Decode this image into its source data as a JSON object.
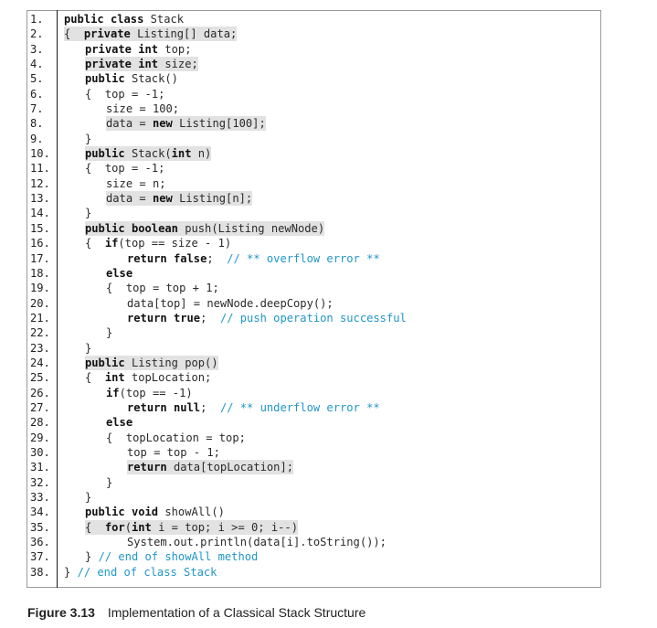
{
  "figure": {
    "label": "Figure 3.13",
    "title": "Implementation of a Classical Stack Structure"
  },
  "colors": {
    "comment": "#2196c8",
    "highlight": "#e2e2e2",
    "border": "#9a9a9a"
  },
  "lines": [
    {
      "n": "1.",
      "indent": 0,
      "hl": false,
      "segs": [
        {
          "t": "public class",
          "k": "kw"
        },
        {
          "t": " Stack",
          "k": "pl"
        }
      ]
    },
    {
      "n": "2.",
      "indent": 0,
      "hl": true,
      "segs": [
        {
          "t": "{  ",
          "k": "pl"
        },
        {
          "t": "private",
          "k": "kw"
        },
        {
          "t": " Listing[] data;",
          "k": "pl"
        }
      ]
    },
    {
      "n": "3.",
      "indent": 1,
      "hl": false,
      "segs": [
        {
          "t": "private int",
          "k": "kw"
        },
        {
          "t": " top;",
          "k": "pl"
        }
      ]
    },
    {
      "n": "4.",
      "indent": 1,
      "hl": true,
      "segs": [
        {
          "t": "private int",
          "k": "kw"
        },
        {
          "t": " size;",
          "k": "pl"
        }
      ]
    },
    {
      "n": "5.",
      "indent": 1,
      "hl": false,
      "segs": [
        {
          "t": "public",
          "k": "kw"
        },
        {
          "t": " Stack()",
          "k": "pl"
        }
      ]
    },
    {
      "n": "6.",
      "indent": 1,
      "hl": false,
      "segs": [
        {
          "t": "{  top = -1;",
          "k": "pl"
        }
      ]
    },
    {
      "n": "7.",
      "indent": 2,
      "hl": false,
      "segs": [
        {
          "t": "size = 100;",
          "k": "pl"
        }
      ]
    },
    {
      "n": "8.",
      "indent": 2,
      "hl": true,
      "segs": [
        {
          "t": "data = ",
          "k": "pl"
        },
        {
          "t": "new",
          "k": "kw"
        },
        {
          "t": " Listing[100];",
          "k": "pl"
        }
      ]
    },
    {
      "n": "9.",
      "indent": 1,
      "hl": false,
      "segs": [
        {
          "t": "}",
          "k": "pl"
        }
      ]
    },
    {
      "n": "10.",
      "indent": 1,
      "hl": true,
      "segs": [
        {
          "t": "public",
          "k": "kw"
        },
        {
          "t": " Stack(",
          "k": "pl"
        },
        {
          "t": "int",
          "k": "kw"
        },
        {
          "t": " n)",
          "k": "pl"
        }
      ]
    },
    {
      "n": "11.",
      "indent": 1,
      "hl": false,
      "segs": [
        {
          "t": "{  top = -1;",
          "k": "pl"
        }
      ]
    },
    {
      "n": "12.",
      "indent": 2,
      "hl": false,
      "segs": [
        {
          "t": "size = n;",
          "k": "pl"
        }
      ]
    },
    {
      "n": "13.",
      "indent": 2,
      "hl": true,
      "segs": [
        {
          "t": "data = ",
          "k": "pl"
        },
        {
          "t": "new",
          "k": "kw"
        },
        {
          "t": " Listing[n];",
          "k": "pl"
        }
      ]
    },
    {
      "n": "14.",
      "indent": 1,
      "hl": false,
      "segs": [
        {
          "t": "}",
          "k": "pl"
        }
      ]
    },
    {
      "n": "15.",
      "indent": 1,
      "hl": true,
      "segs": [
        {
          "t": "public boolean",
          "k": "kw"
        },
        {
          "t": " push(Listing newNode)",
          "k": "pl"
        }
      ]
    },
    {
      "n": "16.",
      "indent": 1,
      "hl": false,
      "segs": [
        {
          "t": "{  ",
          "k": "pl"
        },
        {
          "t": "if",
          "k": "kw"
        },
        {
          "t": "(top == size - 1)",
          "k": "pl"
        }
      ]
    },
    {
      "n": "17.",
      "indent": 3,
      "hl": false,
      "segs": [
        {
          "t": "return false",
          "k": "kw"
        },
        {
          "t": ";  ",
          "k": "pl"
        },
        {
          "t": "// ** overflow error **",
          "k": "cm"
        }
      ]
    },
    {
      "n": "18.",
      "indent": 2,
      "hl": false,
      "segs": [
        {
          "t": "else",
          "k": "kw"
        }
      ]
    },
    {
      "n": "19.",
      "indent": 2,
      "hl": false,
      "segs": [
        {
          "t": "{  top = top + 1;",
          "k": "pl"
        }
      ]
    },
    {
      "n": "20.",
      "indent": 3,
      "hl": false,
      "segs": [
        {
          "t": "data[top] = newNode.deepCopy();",
          "k": "pl"
        }
      ]
    },
    {
      "n": "21.",
      "indent": 3,
      "hl": false,
      "segs": [
        {
          "t": "return true",
          "k": "kw"
        },
        {
          "t": ";  ",
          "k": "pl"
        },
        {
          "t": "// push operation successful",
          "k": "cm"
        }
      ]
    },
    {
      "n": "22.",
      "indent": 2,
      "hl": false,
      "segs": [
        {
          "t": "}",
          "k": "pl"
        }
      ]
    },
    {
      "n": "23.",
      "indent": 1,
      "hl": false,
      "segs": [
        {
          "t": "}",
          "k": "pl"
        }
      ]
    },
    {
      "n": "24.",
      "indent": 1,
      "hl": true,
      "segs": [
        {
          "t": "public",
          "k": "kw"
        },
        {
          "t": " Listing pop()",
          "k": "pl"
        }
      ]
    },
    {
      "n": "25.",
      "indent": 1,
      "hl": false,
      "segs": [
        {
          "t": "{  ",
          "k": "pl"
        },
        {
          "t": "int",
          "k": "kw"
        },
        {
          "t": " topLocation;",
          "k": "pl"
        }
      ]
    },
    {
      "n": "26.",
      "indent": 2,
      "hl": false,
      "segs": [
        {
          "t": "if",
          "k": "kw"
        },
        {
          "t": "(top == -1)",
          "k": "pl"
        }
      ]
    },
    {
      "n": "27.",
      "indent": 3,
      "hl": false,
      "segs": [
        {
          "t": "return null",
          "k": "kw"
        },
        {
          "t": ";  ",
          "k": "pl"
        },
        {
          "t": "// ** underflow error **",
          "k": "cm"
        }
      ]
    },
    {
      "n": "28.",
      "indent": 2,
      "hl": false,
      "segs": [
        {
          "t": "else",
          "k": "kw"
        }
      ]
    },
    {
      "n": "29.",
      "indent": 2,
      "hl": false,
      "segs": [
        {
          "t": "{  topLocation = top;",
          "k": "pl"
        }
      ]
    },
    {
      "n": "30.",
      "indent": 3,
      "hl": false,
      "segs": [
        {
          "t": "top = top - 1;",
          "k": "pl"
        }
      ]
    },
    {
      "n": "31.",
      "indent": 3,
      "hl": true,
      "segs": [
        {
          "t": "return",
          "k": "kw"
        },
        {
          "t": " data[topLocation];",
          "k": "pl"
        }
      ]
    },
    {
      "n": "32.",
      "indent": 2,
      "hl": false,
      "segs": [
        {
          "t": "}",
          "k": "pl"
        }
      ]
    },
    {
      "n": "33.",
      "indent": 1,
      "hl": false,
      "segs": [
        {
          "t": "}",
          "k": "pl"
        }
      ]
    },
    {
      "n": "34.",
      "indent": 1,
      "hl": false,
      "segs": [
        {
          "t": "public void",
          "k": "kw"
        },
        {
          "t": " showAll()",
          "k": "pl"
        }
      ]
    },
    {
      "n": "35.",
      "indent": 1,
      "hl": true,
      "segs": [
        {
          "t": "{  ",
          "k": "pl"
        },
        {
          "t": "for",
          "k": "kw"
        },
        {
          "t": "(",
          "k": "pl"
        },
        {
          "t": "int",
          "k": "kw"
        },
        {
          "t": " i = top; i >= 0; i--)",
          "k": "pl"
        }
      ]
    },
    {
      "n": "36.",
      "indent": 3,
      "hl": false,
      "segs": [
        {
          "t": "System.out.println(data[i].toString());",
          "k": "pl"
        }
      ]
    },
    {
      "n": "37.",
      "indent": 1,
      "hl": false,
      "segs": [
        {
          "t": "} ",
          "k": "pl"
        },
        {
          "t": "// end of showAll method",
          "k": "cm"
        }
      ]
    },
    {
      "n": "38.",
      "indent": 0,
      "hl": false,
      "segs": [
        {
          "t": "} ",
          "k": "pl"
        },
        {
          "t": "// end of class Stack",
          "k": "cm"
        }
      ]
    }
  ]
}
